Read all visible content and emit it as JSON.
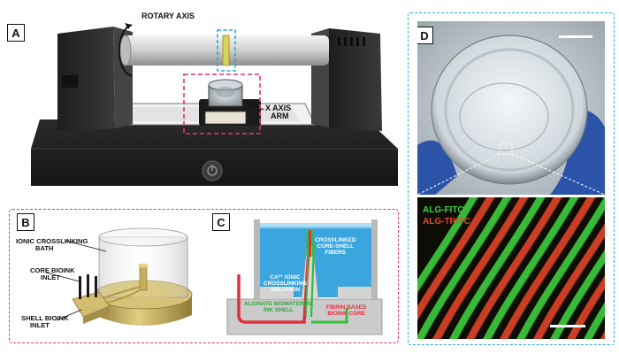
{
  "panels": {
    "a": {
      "label": "A",
      "rotary_axis": "ROTARY AXIS",
      "x_axis_arm_line1": "X AXIS",
      "x_axis_arm_line2": "ARM"
    },
    "b": {
      "label": "B",
      "bath_line1": "IONIC CROSSLINKING",
      "bath_line2": "BATH",
      "core_line1": "CORE BIOINK",
      "core_line2": "INLET",
      "shell_line1": "SHELL BIOINK",
      "shell_line2": "INLET"
    },
    "c": {
      "label": "C",
      "fibers_line1": "CROSSLINKED",
      "fibers_line2": "CORE-SHELL",
      "fibers_line3": "FIBERS",
      "ionic_line1": "CA²⁺ IONIC",
      "ionic_line2": "CROSSLINKING",
      "ionic_line3": "SOLUTION",
      "shell_line1": "ALGINATE BIOMATERIAL",
      "shell_line2": "INK SHELL",
      "core_line1": "FIBRIN BASED",
      "core_line2": "BIOINK CORE"
    },
    "d": {
      "label": "D",
      "legend_fitc": "ALG-FITC",
      "legend_tritc": "ALG-TRITC"
    }
  },
  "colors": {
    "frame_a_highlight": "#e0337a",
    "frame_b_c": "#e0337a",
    "frame_d": "#2aa9d6",
    "fitc": "#3fd13f",
    "tritc": "#e5462a",
    "gold": "#c9b25a",
    "water": "#3aa6dd"
  }
}
